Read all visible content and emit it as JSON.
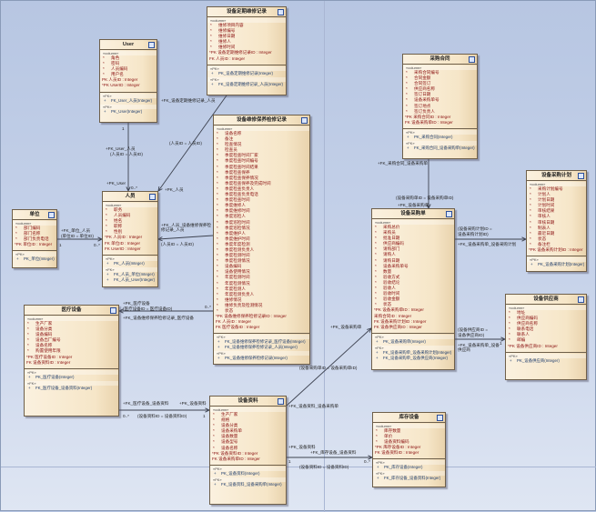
{
  "classes": [
    {
      "title": "User",
      "stereo": "«column»",
      "columns": [
        "角色",
        "密码",
        "人员编码",
        "用户名"
      ],
      "keys": [
        "PK 人员ID : Integer",
        "*PK UserID : Integer"
      ],
      "groups": [
        {
          "st": "«FK»",
          "ops": [
            "FK_User_人员(Integer)"
          ]
        },
        {
          "st": "«PK»",
          "ops": [
            "PK_User(Integer)"
          ]
        }
      ]
    },
    {
      "title": "设备定期维修记录",
      "stereo": "«column»",
      "columns": [
        "维修项目内容",
        "维修编号",
        "维修日期",
        "维修人",
        "维修时间"
      ],
      "keys": [
        "*PK 设备定期维修记录ID : Integer",
        "FK 人员ID : Integer"
      ],
      "groups": [
        {
          "st": "«PK»",
          "ops": [
            "PK_设备定期维修记录(Integer)"
          ]
        },
        {
          "st": "«FK»",
          "ops": [
            "FK_设备定期维修记录_人员(Integer)"
          ]
        }
      ]
    },
    {
      "title": "设备维修保养检修记录",
      "stereo": "«column»",
      "columns": [
        "设备名称",
        "备注",
        "检查情况",
        "检查员",
        "季度检查时间厂家",
        "季度检查时间编号",
        "季度检查时间结果",
        "季度检查保养",
        "季度检查保养情况",
        "季度检查保养及完成时间",
        "季度检查负责人",
        "季度检查负责电话",
        "季度检查时间",
        "季度维修人",
        "季度维修时间",
        "季度巡检人",
        "季度巡检时间",
        "季度巡检情况",
        "季度维护人",
        "季度维护时间",
        "季度年度检测",
        "季度检测负责人",
        "季度检测时间",
        "季度检测情况",
        "设备编码",
        "设备使用情况",
        "年度检测时间",
        "年度检测情况",
        "年度检测人",
        "年度检测负责人",
        "维修情况",
        "维修负责及检测情况",
        "状态"
      ],
      "keys": [
        "*PK 设备维修保养检修记录ID : Integer",
        "FK 人员ID : Integer",
        "FK 医疗设备ID : Integer"
      ],
      "groups": [
        {
          "st": "«FK»",
          "ops": [
            "FK_设备维修保养检修记录_医疗设备(Integer)",
            "FK_设备维修保养检修记录_人员(Integer)"
          ]
        },
        {
          "st": "«PK»",
          "ops": [
            "PK_设备维修保养检修记录(Integer)"
          ]
        }
      ]
    },
    {
      "title": "采购合同",
      "stereo": "«column»",
      "columns": [
        "采购合同编号",
        "合同金额",
        "合同签订",
        "供应商名称",
        "签订日期",
        "设备采购单号",
        "签订地点",
        "签订负责人"
      ],
      "keys": [
        "*PK 采购合同ID : Integer",
        "FK 设备采购单ID : Integer"
      ],
      "groups": [
        {
          "st": "«PK»",
          "ops": [
            "PK_采购合同(Integer)"
          ]
        },
        {
          "st": "«FK»",
          "ops": [
            "FK_采购合同_设备采购单(Integer)"
          ]
        }
      ]
    },
    {
      "title": "设备采购计划",
      "stereo": "«column»",
      "columns": [
        "采购计划编号",
        "计划人",
        "计划日期",
        "计划时间",
        "审核结果",
        "审核人",
        "审核日期",
        "制表人",
        "最近日期",
        "状态",
        "备注栏"
      ],
      "keys": [
        "*PK 设备采购计划ID : Integer"
      ],
      "groups": [
        {
          "st": "«PK»",
          "ops": [
            "PK_设备采购计划(Integer)"
          ]
        }
      ]
    },
    {
      "title": "设备采购单",
      "stereo": "«column»",
      "columns": [
        "采购总价",
        "采购员",
        "批准日期",
        "供应商编码",
        "请购部门",
        "请购人",
        "请购日期",
        "设备采购单号",
        "数量",
        "验收方式",
        "验收结论",
        "验收人",
        "验收时间",
        "验收金额",
        "状态"
      ],
      "keys": [
        "*PK 设备采购单ID : Integer",
        "采购合同ID : Integer",
        "FK 设备采购计划ID : Integer",
        "FK 设备供应商ID : Integer"
      ],
      "groups": [
        {
          "st": "«PK»",
          "ops": [
            "PK_设备采购单(Integer)"
          ]
        },
        {
          "st": "«FK»",
          "ops": [
            "FK_设备采购单_设备采购计划(Integer)",
            "FK_设备采购单_设备供应商(Integer)"
          ]
        }
      ]
    },
    {
      "title": "设备供应商",
      "stereo": "«column»",
      "columns": [
        "地址",
        "供应商编码",
        "供应商名称",
        "联系电话",
        "联系人",
        "邮编"
      ],
      "keys": [
        "*PK 设备供应商ID : Integer"
      ],
      "groups": [
        {
          "st": "«PK»",
          "ops": [
            "PK_设备供应商(Integer)"
          ]
        }
      ]
    },
    {
      "title": "单位",
      "stereo": "«column»",
      "columns": [
        "部门编码",
        "部门名称",
        "部门负责电话"
      ],
      "keys": [
        "*PK 单位ID : Integer"
      ],
      "groups": [
        {
          "st": "«PK»",
          "ops": [
            "PK_单位(Integer)"
          ]
        }
      ]
    },
    {
      "title": "人员",
      "stereo": "«column»",
      "columns": [
        "职务",
        "人员编码",
        "姓名",
        "职称",
        "性别"
      ],
      "keys": [
        "*PK 人员ID : Integer",
        "FK 单位ID : Integer",
        "FK UserID : Integer"
      ],
      "groups": [
        {
          "st": "«PK»",
          "ops": [
            "PK_人员(Integer)"
          ]
        },
        {
          "st": "«FK»",
          "ops": [
            "FK_人员_单位(Integer)",
            "FK_人员_User(Integer)"
          ]
        }
      ]
    },
    {
      "title": "医疗设备",
      "stereo": "«column»",
      "columns": [
        "生产厂家",
        "设备分类",
        "设备编码",
        "设备出厂编号",
        "设备名称",
        "购置使用年限"
      ],
      "keys": [
        "*PK 医疗设备ID : Integer",
        "FK 设备资料ID : Integer"
      ],
      "groups": [
        {
          "st": "«PK»",
          "ops": [
            "PK_医疗设备(Integer)"
          ]
        },
        {
          "st": "«FK»",
          "ops": [
            "FK_医疗设备_设备资料(Integer)"
          ]
        }
      ]
    },
    {
      "title": "设备资料",
      "stereo": "«column»",
      "columns": [
        "生产厂家",
        "规格",
        "设备分类",
        "设备采购单",
        "设备数量",
        "设备型号",
        "设备名称"
      ],
      "keys": [
        "*PK 设备资料ID : Integer",
        "FK 设备采购单ID : Integer"
      ],
      "groups": [
        {
          "st": "«PK»",
          "ops": [
            "PK_设备资料(Integer)"
          ]
        },
        {
          "st": "«FK»",
          "ops": [
            "FK_设备资料_设备采购单(Integer)"
          ]
        }
      ]
    },
    {
      "title": "库存设备",
      "stereo": "«column»",
      "columns": [
        "库存数量",
        "单价",
        "设备资料编码"
      ],
      "keys": [
        "*PK 库存设备ID : Integer",
        "FK 设备资料ID : Integer"
      ],
      "groups": [
        {
          "st": "«PK»",
          "ops": [
            "PK_库存设备(Integer)"
          ]
        },
        {
          "st": "«FK»",
          "ops": [
            "FK_库存设备_设备资料(Integer)"
          ]
        }
      ]
    }
  ],
  "connectors": [
    {
      "from": "User",
      "to": "人员",
      "labels": [
        "+FK_User_人员",
        "(人员ID = 人员ID)",
        "+PK_User",
        "0..*",
        "1"
      ]
    },
    {
      "from": "设备定期维修记录",
      "to": "人员",
      "labels": [
        "+FK_设备定期维修记录_人员",
        "(人员ID = 人员ID)",
        "+PK_人员"
      ]
    },
    {
      "from": "单位",
      "to": "人员",
      "labels": [
        "+FK_单位_人员",
        "(单位ID = 单位ID)",
        "1",
        "0..*"
      ]
    },
    {
      "from": "人员",
      "to": "设备维修保养检修记录",
      "labels": [
        "+FK_人员_设备维修保养检修记录_人员",
        "(人员ID = 人员ID)"
      ]
    },
    {
      "from": "医疗设备",
      "to": "设备维修保养检修记录",
      "labels": [
        "+PK_医疗设备",
        "(医疗设备ID = 医疗设备ID)",
        "+FK_设备维修保养检修记录_医疗设备",
        "0..*"
      ]
    },
    {
      "from": "医疗设备",
      "to": "设备资料",
      "labels": [
        "+FK_医疗设备_设备资料",
        "(设备资料ID = 设备资料ID)",
        "+PK_设备资料",
        "0..*",
        "1"
      ]
    },
    {
      "from": "设备资料",
      "to": "设备采购单",
      "labels": [
        "+FK_设备资料_设备采购单",
        "(设备采购单ID = 设备采购单ID)",
        "+PK_设备采购单"
      ]
    },
    {
      "from": "设备资料",
      "to": "库存设备",
      "labels": [
        "+PK_设备资料",
        "+FK_库存设备_设备资料",
        "(设备资料ID = 设备资料ID)",
        "1",
        "0..*"
      ]
    },
    {
      "from": "采购合同",
      "to": "设备采购单",
      "labels": [
        "+FK_采购合同_设备采购单",
        "(设备采购单ID = 设备采购单ID)",
        "+PK_设备采购单"
      ]
    },
    {
      "from": "设备采购单",
      "to": "设备采购计划",
      "labels": [
        "(设备采购计划ID =",
        "设备采购计划ID)",
        "+FK_设备采购单_设备采购计划"
      ]
    },
    {
      "from": "设备采购单",
      "to": "设备供应商",
      "labels": [
        "(设备供应商ID =",
        "设备供应商ID)",
        "+FK_设备采购单_设备供应商",
        "1"
      ]
    }
  ]
}
